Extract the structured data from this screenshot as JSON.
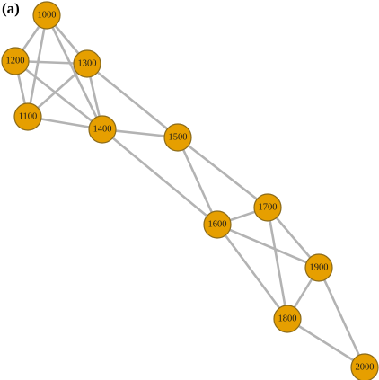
{
  "panel_label": "(a)",
  "colors": {
    "node_fill": "#E69F00",
    "node_stroke": "#8a6a1a",
    "edge": "#b3b3b3",
    "label": "#1a1a1a"
  },
  "nodes": [
    {
      "id": "1000",
      "label": "1000"
    },
    {
      "id": "1100",
      "label": "1100"
    },
    {
      "id": "1200",
      "label": "1200"
    },
    {
      "id": "1300",
      "label": "1300"
    },
    {
      "id": "1400",
      "label": "1400"
    },
    {
      "id": "1500",
      "label": "1500"
    },
    {
      "id": "1600",
      "label": "1600"
    },
    {
      "id": "1700",
      "label": "1700"
    },
    {
      "id": "1800",
      "label": "1800"
    },
    {
      "id": "1900",
      "label": "1900"
    },
    {
      "id": "2000",
      "label": "2000"
    }
  ],
  "edges": [
    [
      "1000",
      "1200"
    ],
    [
      "1000",
      "1300"
    ],
    [
      "1000",
      "1100"
    ],
    [
      "1000",
      "1400"
    ],
    [
      "1200",
      "1300"
    ],
    [
      "1200",
      "1100"
    ],
    [
      "1200",
      "1400"
    ],
    [
      "1300",
      "1100"
    ],
    [
      "1300",
      "1400"
    ],
    [
      "1300",
      "1500"
    ],
    [
      "1100",
      "1400"
    ],
    [
      "1400",
      "1500"
    ],
    [
      "1400",
      "1600"
    ],
    [
      "1500",
      "1600"
    ],
    [
      "1500",
      "1700"
    ],
    [
      "1600",
      "1700"
    ],
    [
      "1600",
      "1900"
    ],
    [
      "1600",
      "1800"
    ],
    [
      "1700",
      "1900"
    ],
    [
      "1700",
      "1800"
    ],
    [
      "1900",
      "1800"
    ],
    [
      "1900",
      "2000"
    ],
    [
      "1800",
      "2000"
    ]
  ]
}
